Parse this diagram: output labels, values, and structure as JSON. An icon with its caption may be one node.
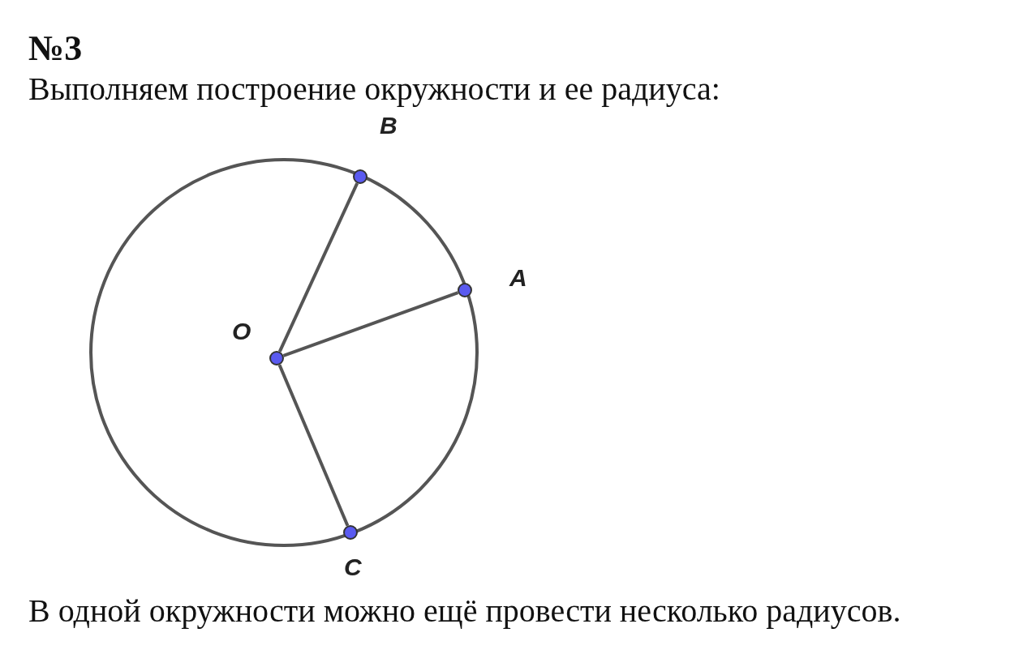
{
  "diagram": {
    "title": "№3",
    "caption": "В одной окружности можно ещё провести несколько радиусов.",
    "nodes": [
      {
        "text": [],
        "shape": "circle",
        "beside": [
          "B"
        ]
      },
      {
        "text": [],
        "shape": "circle",
        "beside": [
          "A"
        ]
      },
      {
        "text": [],
        "shape": "circle",
        "beside": [
          "O"
        ]
      },
      {
        "text": [],
        "shape": "circle",
        "beside": [
          "C"
        ]
      }
    ],
    "edges": [
      {
        "from": 2,
        "to": 0,
        "arrow": "none"
      },
      {
        "from": 2,
        "to": 1,
        "arrow": "none"
      },
      {
        "from": 2,
        "to": 3,
        "arrow": "none"
      }
    ],
    "labels": [
      "Выполняем построение окружности и ее радиуса:"
    ]
  }
}
